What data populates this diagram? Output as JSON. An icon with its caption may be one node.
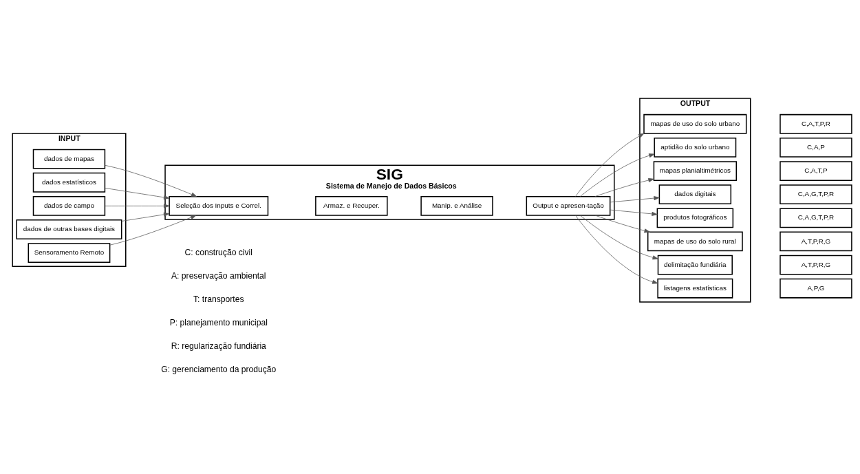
{
  "diagram": {
    "nodes": [
      {
        "text": [
          "INPUT"
        ]
      },
      {
        "text": [
          "dados de mapas"
        ],
        "in": 0
      },
      {
        "text": [
          "dados estatísticos"
        ],
        "in": 0
      },
      {
        "text": [
          "dados de campo"
        ],
        "in": 0
      },
      {
        "text": [
          "dados de outras bases digitais"
        ],
        "in": 0
      },
      {
        "text": [
          "Sensoramento Remoto"
        ],
        "in": 0
      },
      {
        "text": [
          "SIG",
          "Sistema de Manejo de Dados Básicos"
        ]
      },
      {
        "text": [
          "Seleção dos Inputs e Correl."
        ],
        "in": 6
      },
      {
        "text": [
          "Armaz. e Recuper."
        ],
        "in": 6
      },
      {
        "text": [
          "Manip. e Análise"
        ],
        "in": 6
      },
      {
        "text": [
          "Output e apresen-tação"
        ],
        "in": 6
      },
      {
        "text": [
          "OUTPUT"
        ]
      },
      {
        "text": [
          "mapas de uso do solo urbano"
        ],
        "in": 11
      },
      {
        "text": [
          "aptidão do solo urbano"
        ],
        "in": 11
      },
      {
        "text": [
          "mapas planialtimétricos"
        ],
        "in": 11
      },
      {
        "text": [
          "dados digitais"
        ],
        "in": 11
      },
      {
        "text": [
          "produtos fotográficos"
        ],
        "in": 11
      },
      {
        "text": [
          "mapas de uso do solo rural"
        ],
        "in": 11
      },
      {
        "text": [
          "delimitação fundiária"
        ],
        "in": 11
      },
      {
        "text": [
          "listagens estatísticas"
        ],
        "in": 11
      },
      {
        "text": [
          "C,A,T,P,R"
        ]
      },
      {
        "text": [
          "C,A,P"
        ]
      },
      {
        "text": [
          "C,A,T,P"
        ]
      },
      {
        "text": [
          "C,A,G,T,P,R"
        ]
      },
      {
        "text": [
          "C,A,G,T,P,R"
        ]
      },
      {
        "text": [
          "A,T,P,R,G"
        ]
      },
      {
        "text": [
          "A,T,P,R,G"
        ]
      },
      {
        "text": [
          "A,P,G"
        ]
      }
    ],
    "edges": [
      {
        "from": 1,
        "to": 7,
        "arrow": "to"
      },
      {
        "from": 2,
        "to": 7,
        "arrow": "to"
      },
      {
        "from": 3,
        "to": 7,
        "arrow": "to"
      },
      {
        "from": 4,
        "to": 7,
        "arrow": "to"
      },
      {
        "from": 5,
        "to": 7,
        "arrow": "to"
      },
      {
        "from": 10,
        "to": 12,
        "arrow": "to"
      },
      {
        "from": 10,
        "to": 13,
        "arrow": "to"
      },
      {
        "from": 10,
        "to": 14,
        "arrow": "to"
      },
      {
        "from": 10,
        "to": 15,
        "arrow": "to"
      },
      {
        "from": 10,
        "to": 16,
        "arrow": "to"
      },
      {
        "from": 10,
        "to": 17,
        "arrow": "to"
      },
      {
        "from": 10,
        "to": 18,
        "arrow": "to"
      },
      {
        "from": 10,
        "to": 19,
        "arrow": "to"
      }
    ],
    "labels": [
      "C: construção civil",
      "A: preservação ambiental",
      "T: transportes",
      "P: planejamento municipal",
      "R: regularização fundiária",
      "G: gerenciamento da produção"
    ]
  }
}
